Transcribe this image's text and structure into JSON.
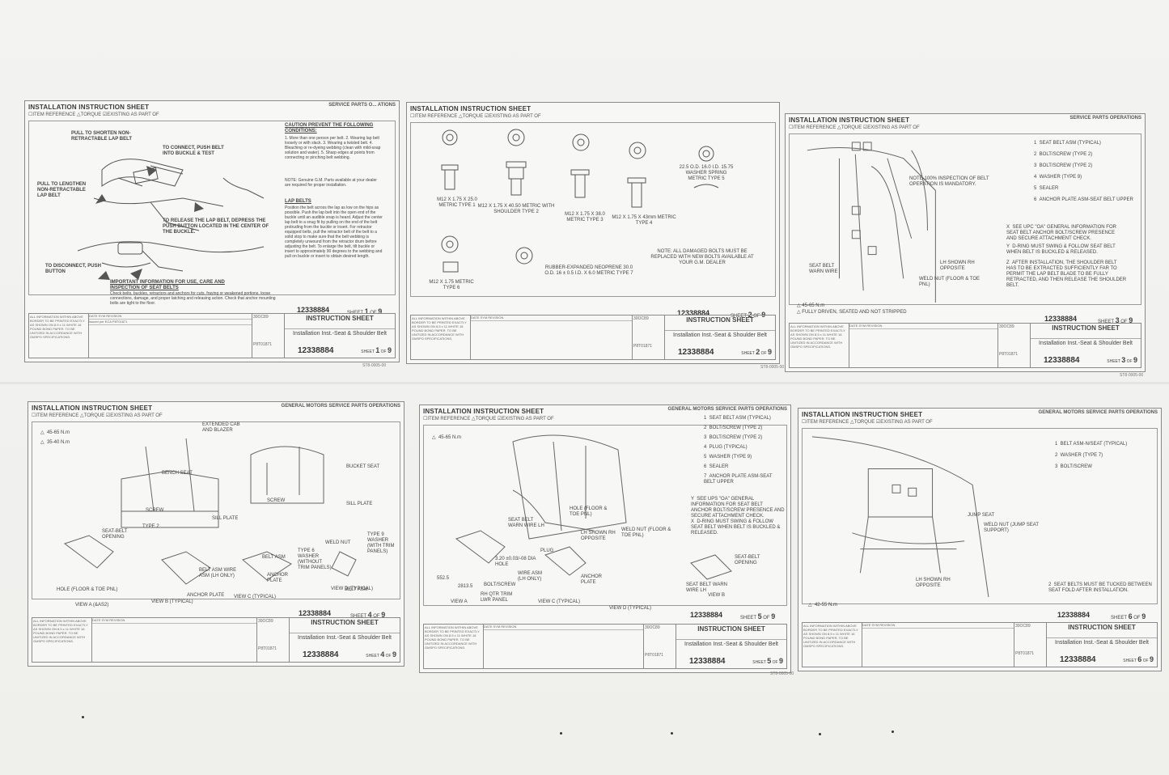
{
  "document": {
    "common": {
      "sheet_type": "INSTALLATION INSTRUCTION SHEET",
      "legend": "☐ITEM REFERENCE   △TORQUE   ☑EXISTING AS PART OF",
      "part_no": "12338884",
      "block_title": "INSTRUCTION SHEET",
      "block_subtitle": "Installation Inst.-Seat & Shoulder Belt",
      "of": "9",
      "date": "30OC89",
      "eca": "P8T01871",
      "note_block": "ALL INFORMATION WITHIN ABOVE BORDER TO BE PRINTED EXACTLY AS SHOWN ON 8.5 x 11 WHITE 16 POUND BOND PAPER. TO BE UNITIZED IN ACCORDANCE WITH GMSPO SPECIFICATIONS.",
      "rev_heads": "DATE  SYM  REVISION",
      "issued": "Issued per ECA P8T01871"
    },
    "stamp": "ST8-0005-00",
    "sheet1": {
      "sheet": "1",
      "corner": "SERVICE PARTS O... ATIONS",
      "labels": {
        "pull_shorten": "PULL TO SHORTEN NON-RETRACTABLE LAP BELT",
        "pull_lengthen": "PULL TO LENGTHEN NON-RETRACTABLE LAP BELT",
        "connect": "TO CONNECT, PUSH BELT INTO BUCKLE & TEST",
        "release": "TO RELEASE THE LAP BELT, DEPRESS THE PUSH BUTTON LOCATED IN THE CENTER OF THE BUCKLE.",
        "disconnect": "TO DISCONNECT, PUSH BUTTON",
        "important_title": "IMPORTANT INFORMATION FOR USE, CARE AND INSPECTION OF SEAT BELTS",
        "important_body": "Check belts, buckles, retractors and anchors for cuts, fraying or weakened portions, loose connections, damage, and proper latching and releasing action. Check that anchor mounting bolts are tight to the floor.",
        "caution_title": "CAUTION PREVENT THE FOLLOWING CONDITIONS:",
        "caution_body": "1. More than one person per belt. 2. Wearing lap belt loosely or with slack. 3. Wearing a twisted belt. 4. Bleaching or re-dyeing webbing (clean with mild-soap solution and water). 5. Sharp edges at points from connecting or pinching belt webbing.",
        "note": "NOTE: Genuine G.M. Parts available at your dealer are required for proper installation.",
        "lap_title": "LAP BELTS",
        "lap_body": "Position the belt across the lap as low on the hips as possible. Push the lap belt into the open end of the buckle until an audible snap is heard. Adjust the center lap belt to a snug fit by pulling on the end of the belt protruding from the buckle or insert. For retractor equipped belts, pull the retractor belt of the belt to a solid stop to make sure that the belt webbing is completely unwound from the retractor drum before adjusting the belt. To enlarge the belt, tilt buckle or insert to approximately 90 degrees to the webbing and pull on buckle or insert to obtain desired length."
      }
    },
    "sheet2": {
      "sheet": "2",
      "labels": {
        "type1": "M12 X 1.75 X 25.0 METRIC TYPE 1",
        "type2": "M12 X 1.75 X 40.50 METRIC WITH SHOULDER TYPE 2",
        "type3": "M12 X 1.75 X 38.0 METRIC TYPE 3",
        "type4": "M12 X 1.75 X 43mm METRIC TYPE 4",
        "type5": "22.5 O.D. 16.0 I.D. 15.75 WASHER SPRING METRIC TYPE 5",
        "type6": "M12 X 1.75 METRIC TYPE 6",
        "type7": "RUBBER-EXPANDED NEOPRENE 30.0 O.D. 16 ± 0.5 I.D. X 6.0 METRIC TYPE 7",
        "note": "NOTE: ALL DAMAGED BOLTS MUST BE REPLACED WITH NEW BOLTS AVAILABLE AT YOUR G.M. DEALER"
      }
    },
    "sheet3": {
      "sheet": "3",
      "corner": "SERVICE PARTS OPERATIONS",
      "items": [
        "SEAT BELT ASM (TYPICAL)",
        "BOLT/SCREW (TYPE 2)",
        "BOLT/SCREW (TYPE 2)",
        "WASHER (TYPE 9)",
        "SEALER",
        "ANCHOR PLATE ASM-SEAT BELT UPPER"
      ],
      "notes_x": "SEE UPC \"OA\" GENERAL INFORMATION FOR SEAT BELT ANCHOR BOLT/SCREW PRESENCE AND SECURE ATTACHMENT CHECK.",
      "notes_y": "D-RING MUST SWING & FOLLOW SEAT BELT WHEN BELT IS BUCKLED & RELEASED.",
      "notes_z": "AFTER INSTALLATION, THE SHOULDER BELT HAS TO BE EXTRACTED SUFFICIENTLY FAR TO PERMIT THE LAP BELT BLADE TO BE FULLY RETRACTED, AND THEN RELEASE THE SHOULDER BELT.",
      "labels": {
        "inspection": "NOTE-100% INSPECTION OF BELT OPERATION IS MANDATORY.",
        "warn_wire": "SEAT BELT WARN WIRE",
        "lh_shown": "LH SHOWN RH OPPOSITE",
        "weld_nut": "WELD NUT (FLOOR & TOE PNL)",
        "torque": "45-65 N.m",
        "fully": "FULLY DRIVEN, SEATED AND NOT STRIPPED"
      }
    },
    "sheet4": {
      "sheet": "4",
      "corner": "GENERAL MOTORS SERVICE PARTS OPERATIONS",
      "labels": {
        "t1": "45-65 N.m",
        "t2": "35-40 N.m",
        "ext_cab": "EXTENDED CAB AND BLAZER",
        "bench": "BENCH SEAT",
        "bucket": "BUCKET SEAT",
        "screw": "SCREW",
        "sill": "SILL PLATE",
        "type2": "TYPE 2",
        "opening": "SEAT-BELT OPENING",
        "hole": "HOLE (FLOOR & TOE PNL)",
        "view_a": "VIEW A (&AS2)",
        "view_b": "VIEW B (TYPICAL)",
        "view_c": "VIEW C (TYPICAL)",
        "anchor": "ANCHOR PLATE",
        "belt_wire": "BELT ASM WIRE ASM (LH ONLY)",
        "belt_asm": "BELT ASM",
        "type6": "TYPE 6 WASHER (WITHOUT TRIM PANELS)",
        "weld_nut": "WELD NUT",
        "type9": "TYPE 9 WASHER (WITH TRIM PANELS)",
        "view_d": "VIEW D (TYPICAL)"
      }
    },
    "sheet5": {
      "sheet": "5",
      "corner": "GENERAL MOTORS SERVICE PARTS OPERATIONS",
      "items": [
        "SEAT BELT ASM (TYPICAL)",
        "BOLT/SCREW (TYPE 2)",
        "BOLT/SCREW (TYPE 2)",
        "PLUG (TYPICAL)",
        "WASHER (TYPE 9)",
        "SEALER",
        "ANCHOR PLATE ASM-SEAT BELT UPPER"
      ],
      "notes_y": "SEE UPS \"OA\" GENERAL INFORMATION FOR SEAT BELT ANCHOR BOLT/SCREW PRESENCE AND SECURE ATTACHMENT CHECK.",
      "notes_x": "D-RING MUST SWING & FOLLOW SEAT BELT WHEN BELT IS BUCKLED & RELEASED.",
      "labels": {
        "torque": "45-65 N.m",
        "hole": "HOLE (FLOOR & TOE PNL)",
        "warn": "SEAT BELT WARN WIRE LH",
        "lh_shown": "LH SHOWN RH OPPOSITE",
        "weld_nut": "WELD NUT (FLOOR & TOE PNL)",
        "dia": "3.20 ±0.03/-08 DIA HOLE",
        "plug": "PLUG",
        "wire_asm": "WIRE ASM (LH ONLY)",
        "anchor": "ANCHOR PLATE",
        "bolt": "BOLT/SCREW",
        "rh_qtr": "RH QTR TRIM LWR PANEL",
        "view_a": "VIEW A",
        "view_c": "VIEW C (TYPICAL)",
        "view_d": "VIEW D (TYPICAL)",
        "view_b": "VIEW B",
        "sb_opening": "SEAT-BELT OPENING",
        "warn2": "SEAT BELT WARN WIRE LH",
        "dim1": "552.5",
        "dim2": "2813.5"
      }
    },
    "sheet6": {
      "sheet": "6",
      "corner": "GENERAL MOTORS SERVICE PARTS OPERATIONS",
      "items": [
        "BELT ASM-N/SEAT (TYPICAL)",
        "WASHER (TYPE 7)",
        "BOLT/SCREW"
      ],
      "labels": {
        "jump": "JUMP SEAT",
        "weld_nut": "WELD NUT (JUMP SEAT SUPPORT)",
        "lh_shown": "LH SHOWN RH OPPOSITE",
        "tucked": "SEAT BELTS MUST BE TUCKED BETWEEN SEAT FOLD AFTER INSTALLATION.",
        "torque": "42-55 N.m"
      }
    }
  }
}
